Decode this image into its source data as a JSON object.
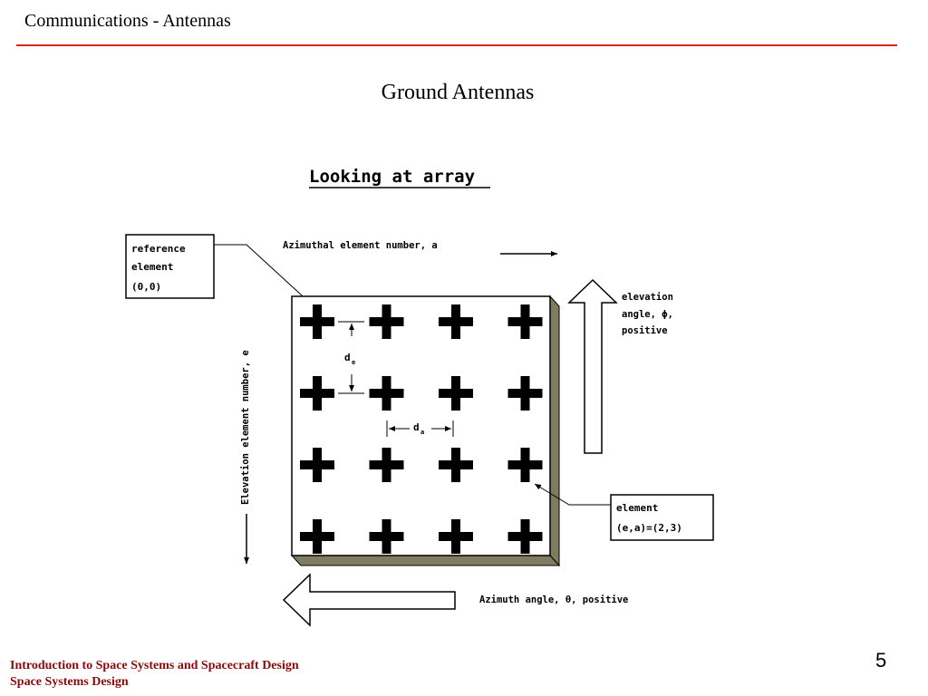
{
  "header": {
    "section_title": "Communications - Antennas"
  },
  "slide": {
    "title": "Ground Antennas"
  },
  "diagram": {
    "heading": "Looking at array",
    "reference_box": {
      "line1": "reference",
      "line2": "element",
      "line3": "(0,0)"
    },
    "azimuth_element_label": "Azimuthal element number, a",
    "elevation_element_label": "Elevation element number, e",
    "elevation_angle_label": {
      "line1": "elevation",
      "line2": "angle,   ϕ,",
      "line3": "positive"
    },
    "element_box": {
      "line1": "element",
      "line2": "(e,a)=(2,3)"
    },
    "azimuth_angle_label": "Azimuth angle,   θ, positive",
    "spacing_vertical_label": "d",
    "spacing_vertical_sub": "e",
    "spacing_horizontal_label": "d",
    "spacing_horizontal_sub": "a",
    "array": {
      "rows": 4,
      "cols": 4
    }
  },
  "footer": {
    "line1": "Introduction to Space Systems and Spacecraft Design",
    "line2": "Space Systems Design"
  },
  "page_number": "5"
}
